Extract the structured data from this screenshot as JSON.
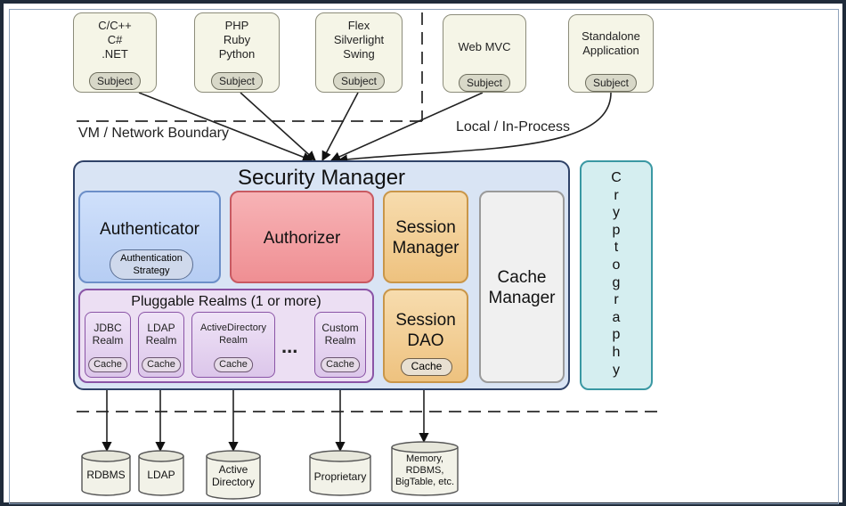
{
  "clients": [
    {
      "lines": [
        "C/C++",
        "C#",
        ".NET"
      ],
      "pill": "Subject"
    },
    {
      "lines": [
        "PHP",
        "Ruby",
        "Python"
      ],
      "pill": "Subject"
    },
    {
      "lines": [
        "Flex",
        "Silverlight",
        "Swing"
      ],
      "pill": "Subject"
    },
    {
      "lines": [
        "Web MVC"
      ],
      "pill": "Subject"
    },
    {
      "lines": [
        "Standalone",
        "Application"
      ],
      "pill": "Subject"
    }
  ],
  "boundaries": {
    "vm_network": "VM / Network Boundary",
    "local": "Local / In-Process"
  },
  "security_manager": {
    "title": "Security Manager",
    "authenticator": "Authenticator",
    "authentication_strategy": [
      "Authentication",
      "Strategy"
    ],
    "authorizer": "Authorizer",
    "session_manager": [
      "Session",
      "Manager"
    ],
    "session_dao": [
      "Session",
      "DAO"
    ],
    "session_dao_cache": "Cache",
    "cache_manager": [
      "Cache",
      "Manager"
    ],
    "pluggable_realms": "Pluggable Realms (1 or more)",
    "realms": [
      {
        "lines": [
          "JDBC",
          "Realm"
        ],
        "cache": "Cache"
      },
      {
        "lines": [
          "LDAP",
          "Realm"
        ],
        "cache": "Cache"
      },
      {
        "lines": [
          "ActiveDirectory",
          "Realm"
        ],
        "cache": "Cache"
      },
      {
        "lines": [
          "Custom",
          "Realm"
        ],
        "cache": "Cache"
      }
    ],
    "ellipsis": "..."
  },
  "cryptography": [
    "C",
    "r",
    "y",
    "p",
    "t",
    "o",
    "g",
    "r",
    "a",
    "p",
    "h",
    "y"
  ],
  "datastores": [
    {
      "lines": [
        "RDBMS"
      ]
    },
    {
      "lines": [
        "LDAP"
      ]
    },
    {
      "lines": [
        "Active",
        "Directory"
      ]
    },
    {
      "lines": [
        "Proprietary"
      ]
    },
    {
      "lines": [
        "Memory,",
        "RDBMS,",
        "BigTable, etc."
      ]
    }
  ]
}
